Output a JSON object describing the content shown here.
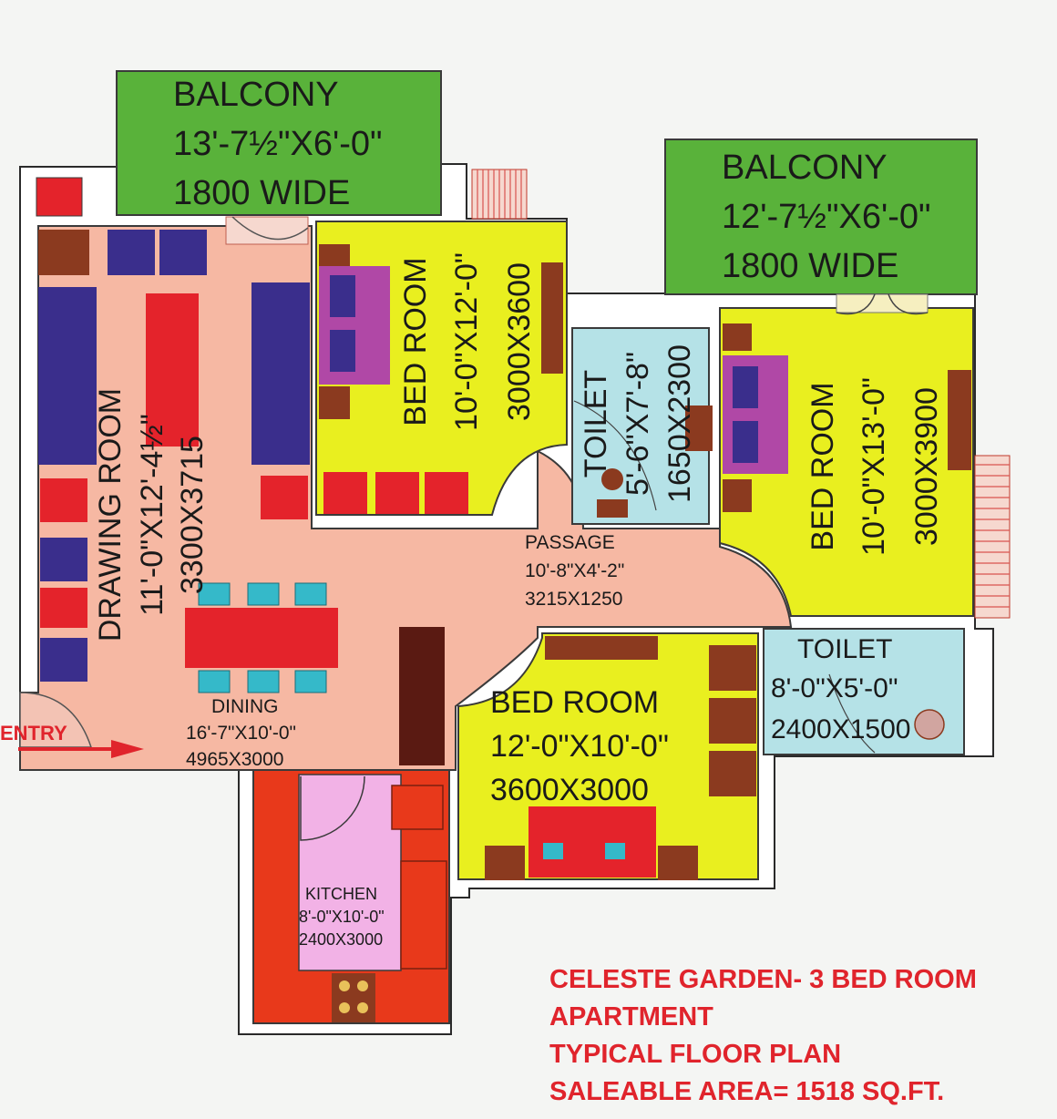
{
  "colors": {
    "balcony": "#59b23a",
    "bedroom": "#e9ef1f",
    "drawing": "#f6b8a3",
    "toilet": "#b5e2e7",
    "kitchen_floor": "#f2b2e6",
    "counter": "#e8391b",
    "sofa": "#3a2e8c",
    "chair_red": "#e4232b",
    "furniture_brown": "#8b3a1f",
    "bed_purple": "#b048a6",
    "dining_chair": "#35b9c9",
    "entry_red": "#e0242c",
    "caption_red": "#e0242c"
  },
  "balcony_left": {
    "name": "BALCONY",
    "size": "13'-7½\"X6'-0\"",
    "note": "1800 WIDE"
  },
  "balcony_right": {
    "name": "BALCONY",
    "size": "12'-7½\"X6'-0\"",
    "note": "1800 WIDE"
  },
  "drawing_room": {
    "name": "DRAWING ROOM",
    "size": "11'-0\"X12'-4½\"",
    "mm": "3300X3715"
  },
  "bedroom_1": {
    "name": "BED ROOM",
    "size": "10'-0\"X12'-0\"",
    "mm": "3000X3600"
  },
  "bedroom_2": {
    "name": "BED ROOM",
    "size": "10'-0\"X13'-0\"",
    "mm": "3000X3900"
  },
  "bedroom_3": {
    "name": "BED ROOM",
    "size": "12'-0\"X10'-0\"",
    "mm": "3600X3000"
  },
  "toilet_1": {
    "name": "TOILET",
    "size": "5'-6\"X7'-8\"",
    "mm": "1650X2300"
  },
  "toilet_2": {
    "name": "TOILET",
    "size": "8'-0\"X5'-0\"",
    "mm": "2400X1500"
  },
  "passage": {
    "name": "PASSAGE",
    "size": "10'-8\"X4'-2\"",
    "mm": "3215X1250"
  },
  "dining": {
    "name": "DINING",
    "size": "16'-7\"X10'-0\"",
    "mm": "4965X3000"
  },
  "kitchen": {
    "name": "KITCHEN",
    "size": "8'-0\"X10'-0\"",
    "mm": "2400X3000"
  },
  "entry": {
    "label": "ENTRY"
  },
  "caption": {
    "line1": "CELESTE GARDEN- 3 BED ROOM",
    "line2": "APARTMENT",
    "line3": "TYPICAL FLOOR PLAN",
    "line4": "SALEABLE AREA= 1518 SQ.FT."
  }
}
